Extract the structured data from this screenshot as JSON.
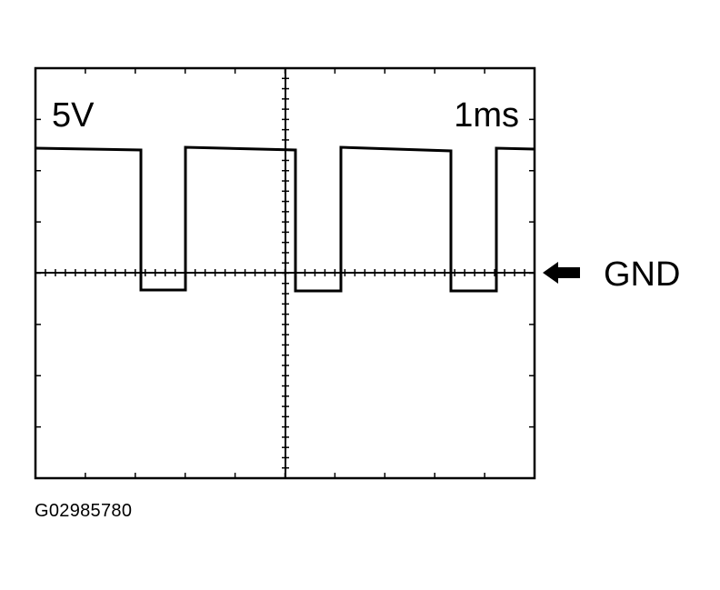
{
  "scale_label": "5V",
  "time_label": "1ms",
  "ground_label": "GND",
  "figure_code": "G02985780",
  "colors": {
    "line": "#000000",
    "background": "#ffffff"
  },
  "icons": {
    "ground_pointer": "arrow-left-icon"
  },
  "waveform": {
    "type": "square-wave pulse train",
    "high_level_div": 2.3,
    "low_level_div": -0.35,
    "pulses_low_div": [
      [
        2.1,
        3.0
      ],
      [
        5.2,
        6.1
      ],
      [
        8.3,
        9.2
      ]
    ]
  }
}
